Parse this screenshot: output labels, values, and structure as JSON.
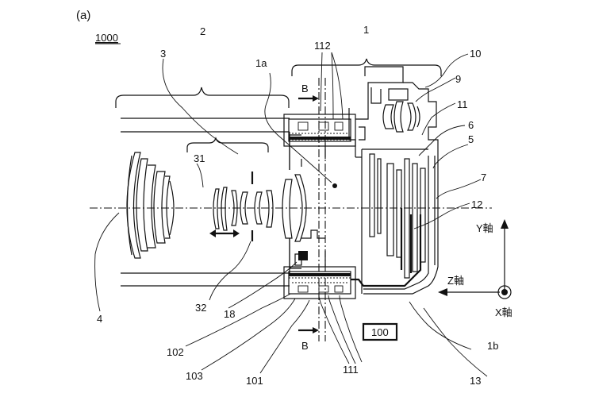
{
  "figure": {
    "panel_label": "(a)",
    "device_ref": "1000"
  },
  "labels": {
    "n1": "1",
    "n1a": "1a",
    "n1b": "1b",
    "n2": "2",
    "n3": "3",
    "n4": "4",
    "n5": "5",
    "n6": "6",
    "n7": "7",
    "n9": "9",
    "n10": "10",
    "n11": "11",
    "n12": "12",
    "n13": "13",
    "n18": "18",
    "n31": "31",
    "n32": "32",
    "n100": "100",
    "n101": "101",
    "n102": "102",
    "n103": "103",
    "n111": "111",
    "n112": "112",
    "section_top": "B",
    "section_bottom": "B"
  },
  "axes": {
    "y_axis": "Y軸",
    "z_axis": "Z軸",
    "x_axis": "X軸"
  }
}
